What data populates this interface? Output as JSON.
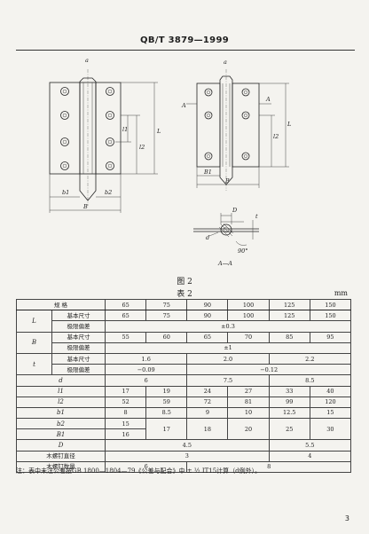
{
  "header": {
    "standard": "QB/T 3879—1999"
  },
  "figure": {
    "caption": "图 2",
    "labels": {
      "axis_left": "a",
      "axis_right": "a",
      "L": "L",
      "l1": "l1",
      "l2": "l2",
      "B": "B",
      "b1": "b1",
      "b2": "b2",
      "B1": "B1",
      "sect_A1": "A",
      "sect_A2": "A",
      "D": "D",
      "d": "d",
      "t": "t",
      "angle": "90°",
      "section": "A—A"
    }
  },
  "table": {
    "caption": "表 2",
    "unit": "mm",
    "header": {
      "param": "规  格",
      "sizes": [
        "65",
        "75",
        "90",
        "100",
        "125",
        "150"
      ]
    },
    "rows": {
      "L_label": "L",
      "L_basic_label": "基本尺寸",
      "L_basic": [
        "65",
        "75",
        "90",
        "100",
        "125",
        "150"
      ],
      "L_tol_label": "极限偏差",
      "L_tol": "±0.3",
      "B_label": "B",
      "B_basic_label": "基本尺寸",
      "B_basic": [
        "55",
        "60",
        "65",
        "70",
        "85",
        "95"
      ],
      "B_tol_label": "极限偏差",
      "B_tol": "±1",
      "t_label": "t",
      "t_basic_label": "基本尺寸",
      "t_basic": [
        "1.6",
        "2.0",
        "2.2"
      ],
      "t_tol_label": "极限偏差",
      "t_tol": [
        "−0.09",
        "−0.12"
      ],
      "d_label": "d",
      "d_vals": [
        "6",
        "7.5",
        "8.5"
      ],
      "l1_label": "l1",
      "l1_vals": [
        "17",
        "19",
        "24",
        "27",
        "33",
        "40"
      ],
      "l2_label": "l2",
      "l2_vals": [
        "52",
        "59",
        "72",
        "81",
        "99",
        "120"
      ],
      "b1_label": "b1",
      "b1_vals": [
        "8",
        "8.5",
        "9",
        "10",
        "12.5",
        "15"
      ],
      "b2_label": "b2",
      "b2_vals": [
        "15",
        "17",
        "18",
        "20",
        "25",
        "30"
      ],
      "B1_label": "B1",
      "B1_vals": [
        "16"
      ],
      "D_label": "D",
      "D_vals": [
        "4.5",
        "5.5"
      ],
      "screw_d_label": "木螺钉直径",
      "screw_d_vals": [
        "3",
        "4"
      ],
      "screw_n_label": "木螺钉数量",
      "screw_n_vals": [
        "6",
        "8"
      ]
    },
    "note": "注：表中未注公差按GB 1800—1804—79《公差与配合》中 ± ½ IT15计算（d例外）。"
  },
  "page_number": "3"
}
